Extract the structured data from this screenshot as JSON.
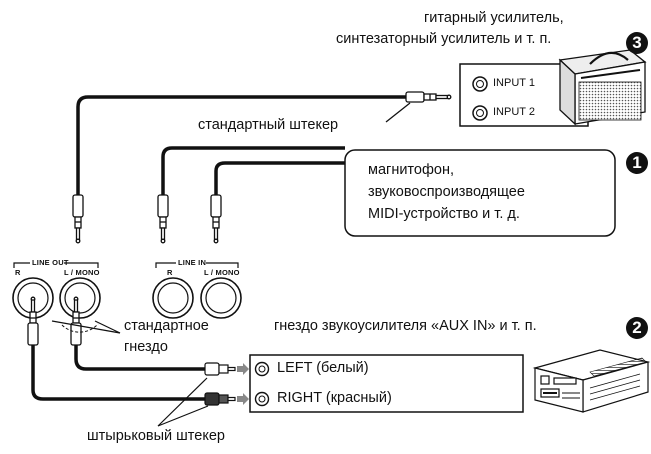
{
  "guitar_amp": {
    "line1": "гитарный усилитель,",
    "line2": "синтезаторный усилитель и т. п.",
    "badge": "3",
    "inputs": [
      "INPUT 1",
      "INPUT 2"
    ]
  },
  "std_plug_label": "стандартный штекер",
  "recorder": {
    "lines": [
      "магнитофон,",
      "звуковоспроизводящее",
      "MIDI-устройство и т. д."
    ],
    "badge": "1"
  },
  "piano_jacks": {
    "line_out": "LINE OUT",
    "line_in": "LINE IN",
    "r": "R",
    "l_mono": "L / MONO"
  },
  "std_jack_label": [
    "стандартное",
    "гнездо"
  ],
  "aux": {
    "label": "гнездо звукоусилителя «AUX IN» и т. п.",
    "badge": "2",
    "left": "LEFT (белый)",
    "right": "RIGHT (красный)"
  },
  "pin_plug_label": "штырьковый штекер"
}
